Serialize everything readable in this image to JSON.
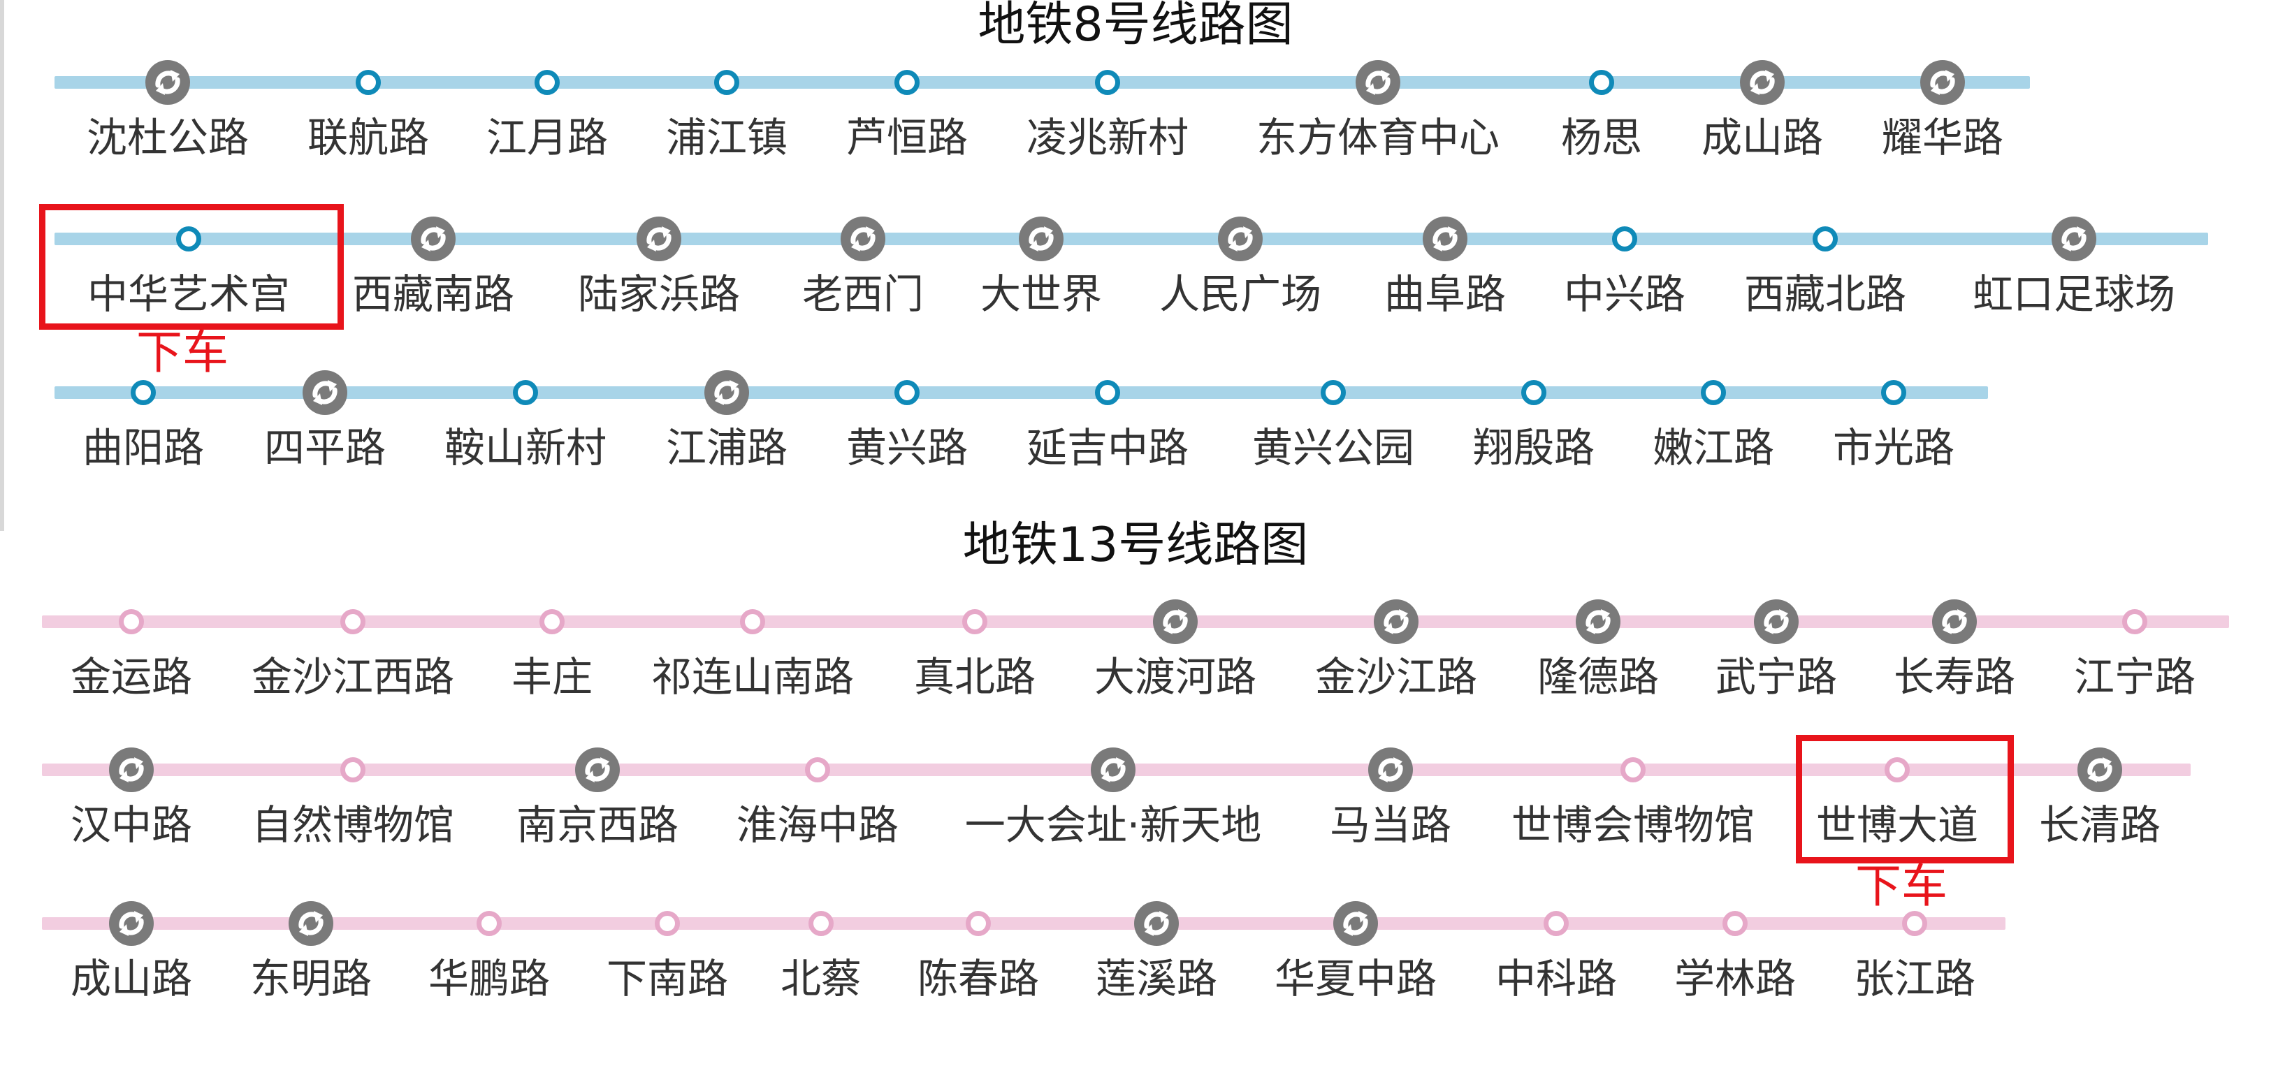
{
  "lines": [
    {
      "title": "地铁8号线路图",
      "track_color": "#a8d4e8",
      "stop_color": "#0f8ab8",
      "rows": [
        {
          "track": [
            78,
            2905
          ],
          "stations": [
            {
              "name": "沈杜公路",
              "transfer": true
            },
            {
              "name": "联航路",
              "transfer": false
            },
            {
              "name": "江月路",
              "transfer": false
            },
            {
              "name": "浦江镇",
              "transfer": false
            },
            {
              "name": "芦恒路",
              "transfer": false
            },
            {
              "name": "凌兆新村",
              "transfer": false
            },
            {
              "name": "东方体育中心",
              "transfer": true
            },
            {
              "name": "杨思",
              "transfer": false
            },
            {
              "name": "成山路",
              "transfer": true
            },
            {
              "name": "耀华路",
              "transfer": true
            }
          ]
        },
        {
          "track": [
            78,
            3160
          ],
          "stations": [
            {
              "name": "中华艺术宫",
              "transfer": false
            },
            {
              "name": "西藏南路",
              "transfer": true
            },
            {
              "name": "陆家浜路",
              "transfer": true
            },
            {
              "name": "老西门",
              "transfer": true
            },
            {
              "name": "大世界",
              "transfer": true
            },
            {
              "name": "人民广场",
              "transfer": true
            },
            {
              "name": "曲阜路",
              "transfer": true
            },
            {
              "name": "中兴路",
              "transfer": false
            },
            {
              "name": "西藏北路",
              "transfer": false
            },
            {
              "name": "虹口足球场",
              "transfer": true
            }
          ]
        },
        {
          "track": [
            78,
            2845
          ],
          "stations": [
            {
              "name": "曲阳路",
              "transfer": false
            },
            {
              "name": "四平路",
              "transfer": true
            },
            {
              "name": "鞍山新村",
              "transfer": false
            },
            {
              "name": "江浦路",
              "transfer": true
            },
            {
              "name": "黄兴路",
              "transfer": false
            },
            {
              "name": "延吉中路",
              "transfer": false
            },
            {
              "name": "黄兴公园",
              "transfer": false
            },
            {
              "name": "翔殷路",
              "transfer": false
            },
            {
              "name": "嫩江路",
              "transfer": false
            },
            {
              "name": "市光路",
              "transfer": false
            }
          ]
        }
      ],
      "callout": {
        "station": "中华艺术宫",
        "text": "下车"
      }
    },
    {
      "title": "地铁13号线路图",
      "track_color": "#f2cde0",
      "stop_color": "#e6a8c8",
      "rows": [
        {
          "track": [
            60,
            3190
          ],
          "stations": [
            {
              "name": "金运路",
              "transfer": false
            },
            {
              "name": "金沙江西路",
              "transfer": false
            },
            {
              "name": "丰庄",
              "transfer": false
            },
            {
              "name": "祁连山南路",
              "transfer": false
            },
            {
              "name": "真北路",
              "transfer": false
            },
            {
              "name": "大渡河路",
              "transfer": true
            },
            {
              "name": "金沙江路",
              "transfer": true
            },
            {
              "name": "隆德路",
              "transfer": true
            },
            {
              "name": "武宁路",
              "transfer": true
            },
            {
              "name": "长寿路",
              "transfer": true
            },
            {
              "name": "江宁路",
              "transfer": false
            }
          ]
        },
        {
          "track": [
            60,
            3135
          ],
          "stations": [
            {
              "name": "汉中路",
              "transfer": true
            },
            {
              "name": "自然博物馆",
              "transfer": false
            },
            {
              "name": "南京西路",
              "transfer": true
            },
            {
              "name": "淮海中路",
              "transfer": false
            },
            {
              "name": "一大会址·新天地",
              "transfer": true
            },
            {
              "name": "马当路",
              "transfer": true
            },
            {
              "name": "世博会博物馆",
              "transfer": false
            },
            {
              "name": "世博大道",
              "transfer": false
            },
            {
              "name": "长清路",
              "transfer": true
            }
          ]
        },
        {
          "track": [
            60,
            2870
          ],
          "stations": [
            {
              "name": "成山路",
              "transfer": true
            },
            {
              "name": "东明路",
              "transfer": true
            },
            {
              "name": "华鹏路",
              "transfer": false
            },
            {
              "name": "下南路",
              "transfer": false
            },
            {
              "name": "北蔡",
              "transfer": false
            },
            {
              "name": "陈春路",
              "transfer": false
            },
            {
              "name": "莲溪路",
              "transfer": true
            },
            {
              "name": "华夏中路",
              "transfer": true
            },
            {
              "name": "中科路",
              "transfer": false
            },
            {
              "name": "学林路",
              "transfer": false
            },
            {
              "name": "张江路",
              "transfer": false
            }
          ]
        }
      ],
      "callout": {
        "station": "世博大道",
        "text": "下车"
      }
    }
  ]
}
